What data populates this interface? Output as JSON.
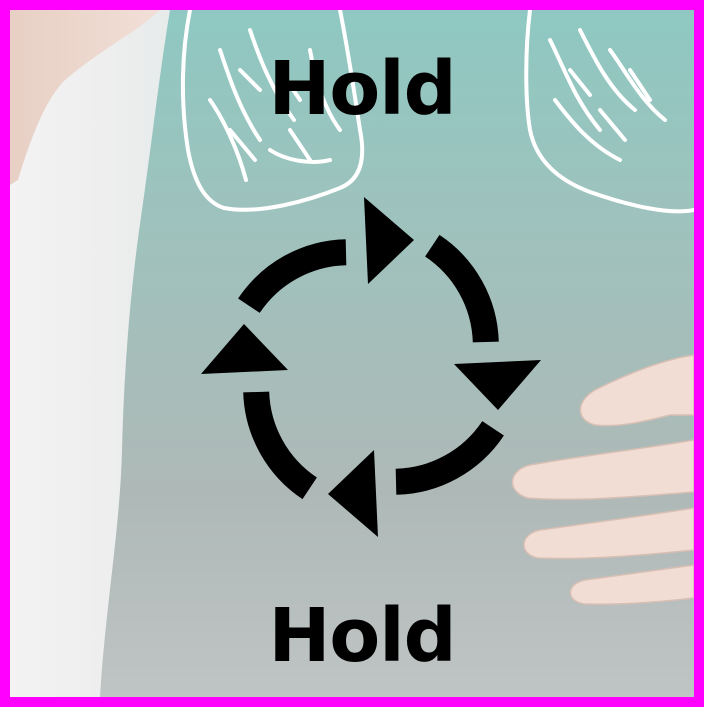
{
  "labels": {
    "top": "Hold",
    "bottom": "Hold"
  },
  "icons": {
    "center": "cycle-arrows-icon",
    "background": "lungs-on-torso-photo"
  },
  "colors": {
    "frame": "#ff00ff",
    "text": "#000000",
    "shirt": "#9fb6b4",
    "lung_outline": "#ffffff"
  }
}
